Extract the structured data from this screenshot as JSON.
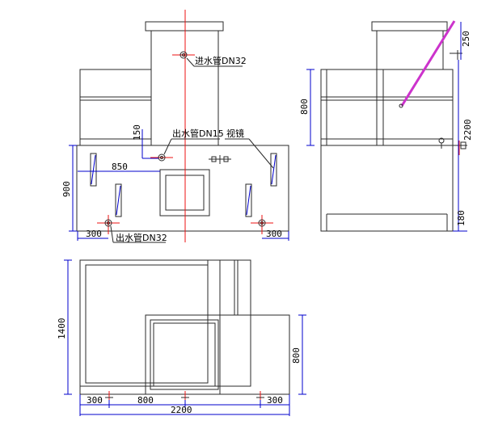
{
  "colors": {
    "outline": "#2a2a2a",
    "dimension": "#0000cc",
    "centerline": "#ee1111",
    "glass": "#3344cc",
    "rod": "#cc33cc"
  },
  "front_view": {
    "label_inlet": "进水管DN32",
    "label_outlet_upper": "出水管DN15",
    "label_sight_glass": "视镜",
    "label_outlet_lower": "出水管DN32",
    "dim_150": "150",
    "dim_850": "850",
    "dim_900": "900",
    "dim_300_left": "300",
    "dim_300_right": "300"
  },
  "side_view": {
    "dim_250": "250",
    "dim_800": "800",
    "dim_2200": "2200",
    "dim_180": "180"
  },
  "top_view": {
    "dim_1400": "1400",
    "dim_800_right": "800",
    "dim_300_left": "300",
    "dim_800_bottom": "800",
    "dim_300_right": "300",
    "dim_2200": "2200"
  }
}
